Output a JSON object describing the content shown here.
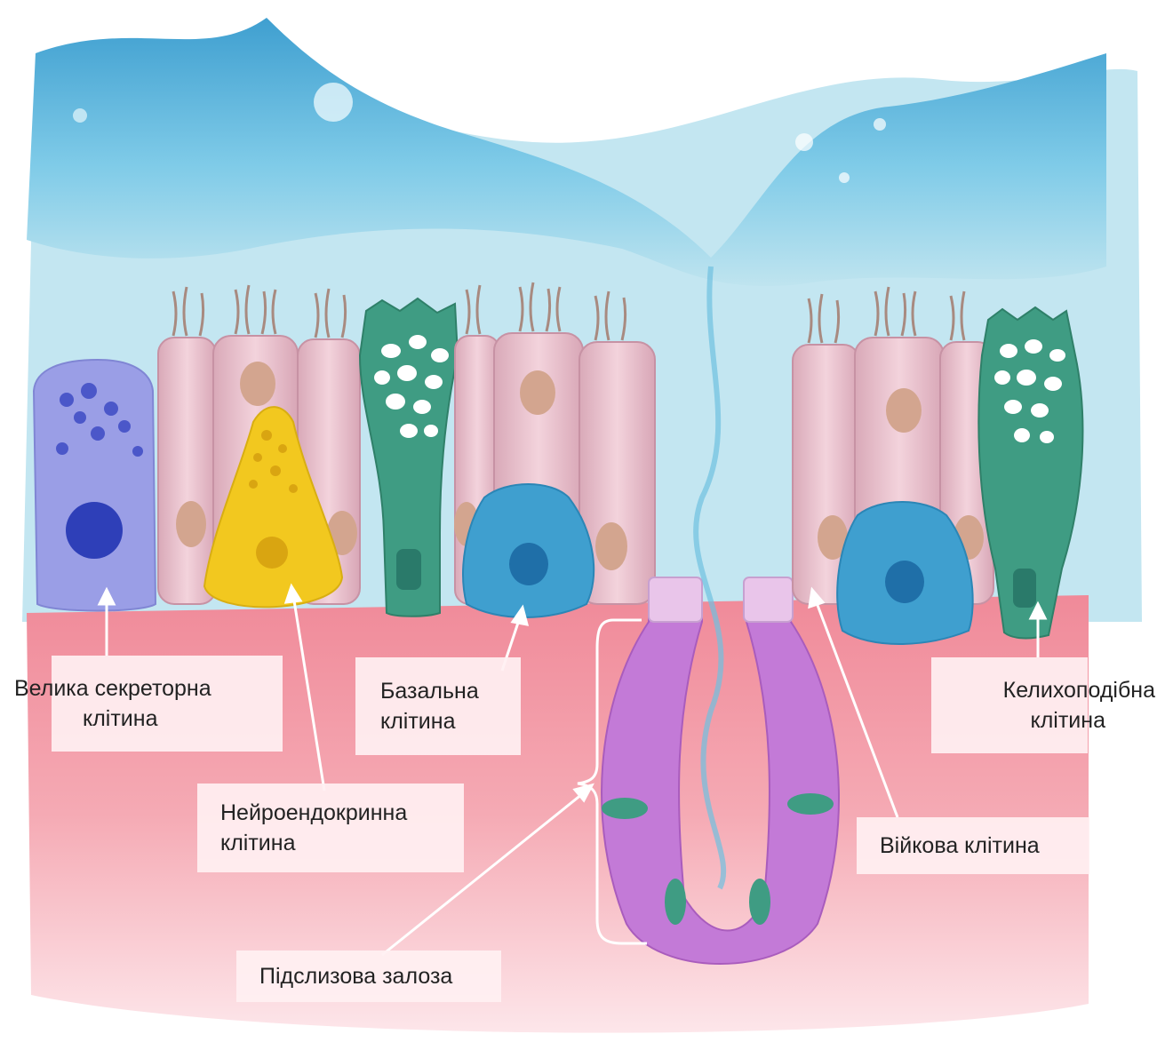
{
  "labels": {
    "large_secretory_cell": {
      "line1": "Велика секреторна",
      "line2": "клітина"
    },
    "neuroendocrine_cell": {
      "line1": "Нейроендокринна",
      "line2": "клітина"
    },
    "basal_cell": {
      "line1": "Базальна",
      "line2": "клітина"
    },
    "goblet_cell": {
      "line1": "Келихоподібна",
      "line2": "клітина"
    },
    "ciliated_cell": {
      "line1": "Війкова клітина"
    },
    "submucosal_gland": {
      "line1": "Підслизова залоза"
    }
  },
  "colors": {
    "water": "#5db8e0",
    "lumen": "#bfe4ef",
    "tissue": "#f3a2ad",
    "ciliated": "#e8c2cc",
    "secretory": "#9a9ee6",
    "neuroendocrine": "#f2c81f",
    "goblet": "#3f9c83",
    "basal": "#3f9fcf",
    "gland": "#c37ad7"
  }
}
